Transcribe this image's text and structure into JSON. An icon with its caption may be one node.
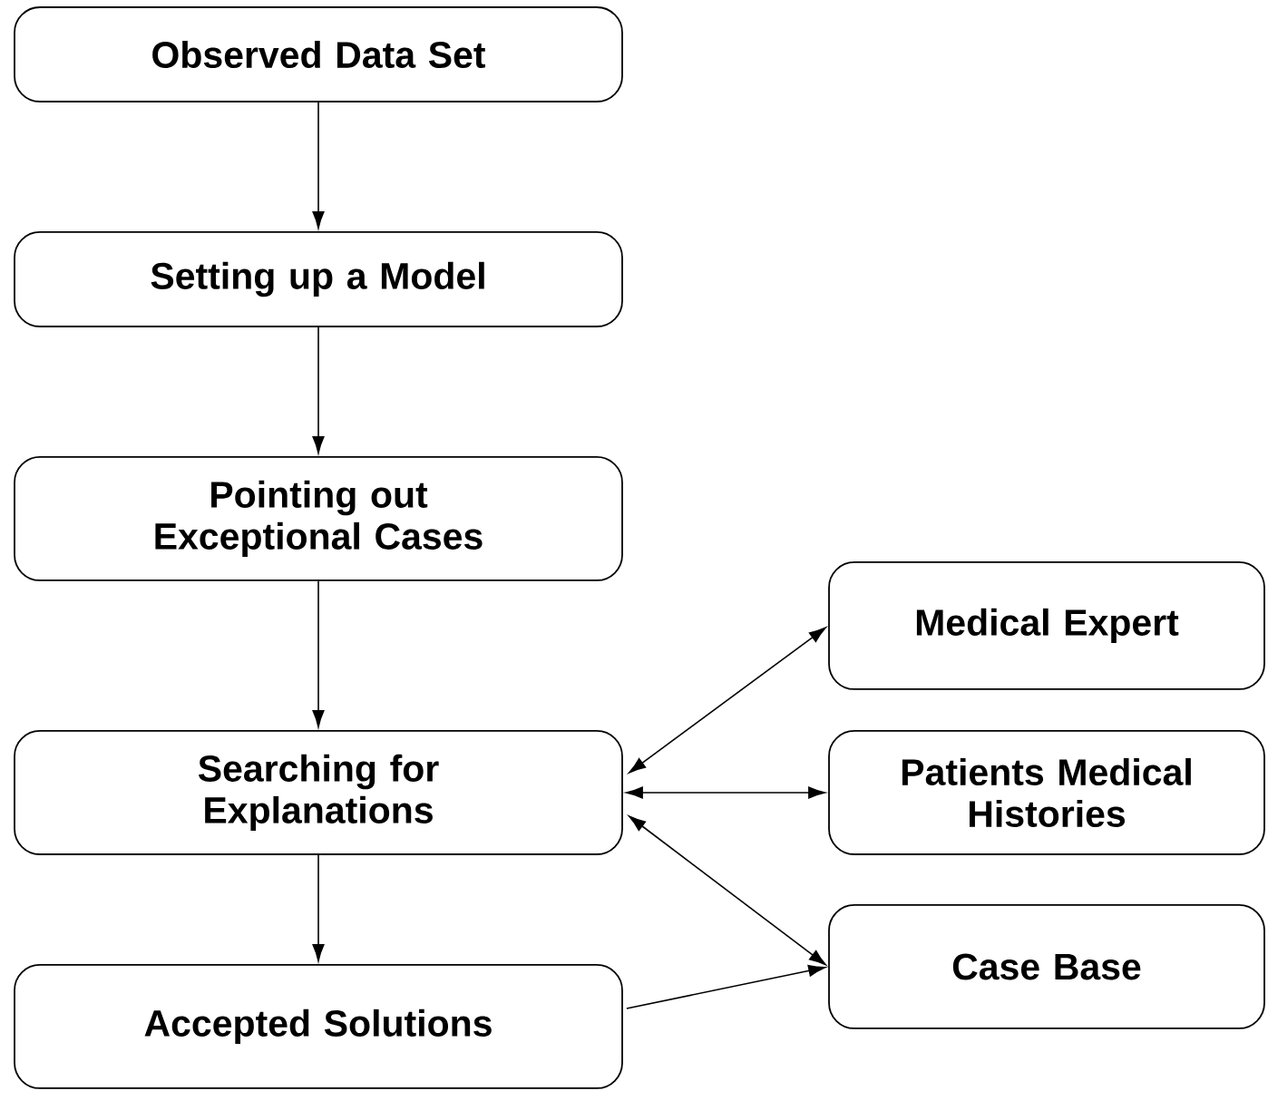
{
  "diagram": {
    "nodes": [
      {
        "text": [
          "Observed Data Set"
        ]
      },
      {
        "text": [
          "Setting up a Model"
        ]
      },
      {
        "text": [
          "Pointing out Exceptional Cases"
        ]
      },
      {
        "text": [
          "Searching for Explanations"
        ]
      },
      {
        "text": [
          "Accepted Solutions"
        ]
      },
      {
        "text": [
          "Medical Expert"
        ]
      },
      {
        "text": [
          "Patients Medical Histories"
        ]
      },
      {
        "text": [
          "Case Base"
        ]
      }
    ],
    "edges": [
      {
        "from": 0,
        "to": 1,
        "arrow": "to"
      },
      {
        "from": 1,
        "to": 2,
        "arrow": "to"
      },
      {
        "from": 2,
        "to": 3,
        "arrow": "to"
      },
      {
        "from": 3,
        "to": 4,
        "arrow": "to"
      },
      {
        "from": 3,
        "to": 5,
        "arrow": "both"
      },
      {
        "from": 3,
        "to": 6,
        "arrow": "both"
      },
      {
        "from": 3,
        "to": 7,
        "arrow": "both"
      },
      {
        "from": 4,
        "to": 7,
        "arrow": "to"
      }
    ]
  }
}
